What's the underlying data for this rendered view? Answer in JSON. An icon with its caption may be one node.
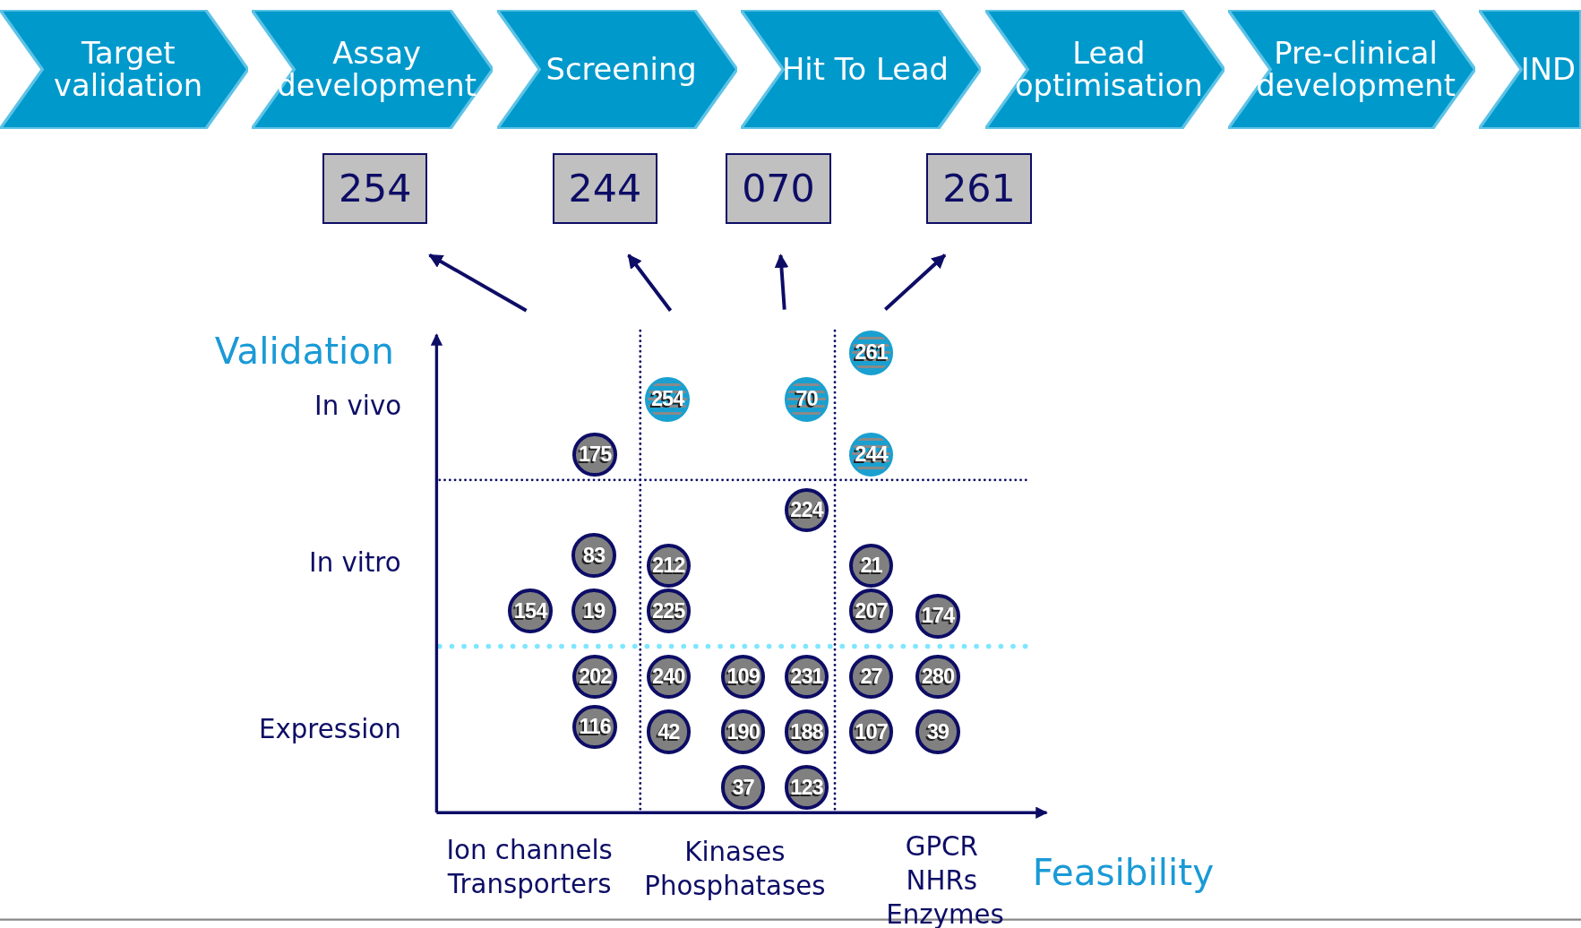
{
  "diagram": {
    "nodes": [
      {
        "text": [
          "Target validation"
        ]
      },
      {
        "text": [
          "Assay development"
        ]
      },
      {
        "text": [
          "Screening"
        ]
      },
      {
        "text": [
          "Hit To Lead"
        ]
      },
      {
        "text": [
          "Lead optimisation"
        ]
      },
      {
        "text": [
          "Pre-clinical development"
        ]
      },
      {
        "text": [
          "IND"
        ]
      },
      {
        "text": [
          "254"
        ]
      },
      {
        "text": [
          "244"
        ]
      },
      {
        "text": [
          "070"
        ]
      },
      {
        "text": [
          "261"
        ]
      },
      {
        "text": [
          "261"
        ]
      },
      {
        "text": [
          "254"
        ]
      },
      {
        "text": [
          "70"
        ]
      },
      {
        "text": [
          "175"
        ]
      },
      {
        "text": [
          "244"
        ]
      },
      {
        "text": [
          "224"
        ]
      },
      {
        "text": [
          "83"
        ]
      },
      {
        "text": [
          "212"
        ]
      },
      {
        "text": [
          "21"
        ]
      },
      {
        "text": [
          "154"
        ]
      },
      {
        "text": [
          "19"
        ]
      },
      {
        "text": [
          "225"
        ]
      },
      {
        "text": [
          "207"
        ]
      },
      {
        "text": [
          "174"
        ]
      },
      {
        "text": [
          "202"
        ]
      },
      {
        "text": [
          "240"
        ]
      },
      {
        "text": [
          "109"
        ]
      },
      {
        "text": [
          "231"
        ]
      },
      {
        "text": [
          "27"
        ]
      },
      {
        "text": [
          "280"
        ]
      },
      {
        "text": [
          "116"
        ]
      },
      {
        "text": [
          "42"
        ]
      },
      {
        "text": [
          "190"
        ]
      },
      {
        "text": [
          "188"
        ]
      },
      {
        "text": [
          "107"
        ]
      },
      {
        "text": [
          "39"
        ]
      },
      {
        "text": [
          "37"
        ]
      },
      {
        "text": [
          "123"
        ]
      }
    ],
    "edges": [
      {
        "from": null,
        "to": 7,
        "arrow": "to"
      },
      {
        "from": null,
        "to": 8,
        "arrow": "to"
      },
      {
        "from": null,
        "to": 9,
        "arrow": "to"
      },
      {
        "from": null,
        "to": 10,
        "arrow": "to"
      }
    ],
    "labels": [
      "Validation",
      "In vivo",
      "In vitro",
      "Expression",
      "Ion channels Transporters",
      "Kinases Phosphatases",
      "GPCR NHRs Enzymes",
      "Feasibility"
    ]
  }
}
